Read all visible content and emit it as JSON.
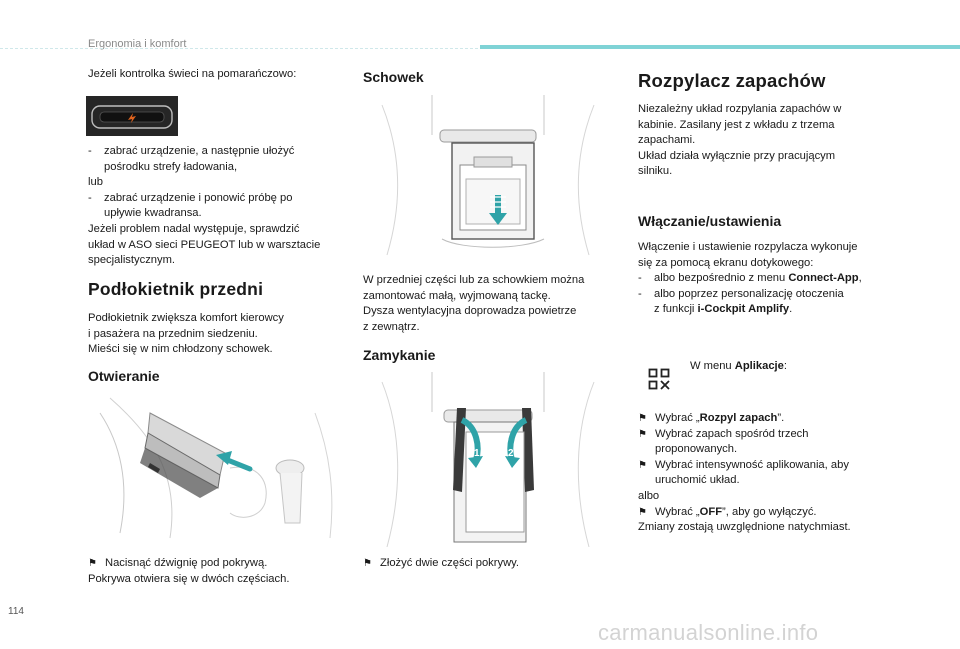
{
  "header": {
    "section": "Ergonomia i komfort"
  },
  "page_number": "114",
  "watermark": "carmanualsonline.info",
  "left": {
    "warning_intro": "Jeżeli kontrolka świeci na pomarańczowo:",
    "dash1_a": "zabrać urządzenie, a następnie ułożyć",
    "dash1_b": "pośrodku strefy ładowania,",
    "lub": "lub",
    "dash2_a": "zabrać urządzenie i ponowić próbę po",
    "dash2_b": "upływie kwadransa.",
    "problem_1": "Jeżeli problem nadal występuje, sprawdzić",
    "problem_2": "układ w ASO sieci PEUGEOT lub w warsztacie",
    "problem_3": "specjalistycznym.",
    "armrest_title": "Podłokietnik przedni",
    "armrest_1": "Podłokietnik zwiększa komfort kierowcy",
    "armrest_2": "i pasażera na przednim siedzeniu.",
    "armrest_3": "Mieści się w nim chłodzony schowek.",
    "opening_title": "Otwieranie",
    "opening_step": "Nacisnąć dźwignię pod pokrywą.",
    "opening_note": "Pokrywa otwiera się w dwóch częściach."
  },
  "middle": {
    "storage_title": "Schowek",
    "storage_1": "W przedniej części lub za schowkiem można",
    "storage_2": "zamontować małą, wyjmowaną tackę.",
    "storage_3": "Dysza wentylacyjna doprowadza powietrze",
    "storage_4": "z zewnątrz.",
    "closing_title": "Zamykanie",
    "closing_step": "Złożyć dwie części pokrywy.",
    "fig_label_1": "1",
    "fig_label_2": "2"
  },
  "right": {
    "title": "Rozpylacz zapachów",
    "intro_1": "Niezależny układ rozpylania zapachów w",
    "intro_2": "kabinie. Zasilany jest z wkładu z trzema",
    "intro_3": "zapachami.",
    "intro_4": "Układ działa wyłącznie przy pracującym",
    "intro_5": "silniku.",
    "settings_title": "Włączanie/ustawienia",
    "settings_1": "Włączenie i ustawienie rozpylacza wykonuje",
    "settings_2": "się za pomocą ekranu dotykowego:",
    "opt1_pre": "albo bezpośrednio z menu ",
    "opt1_bold": "Connect-App",
    "opt1_post": ",",
    "opt2_a": "albo poprzez personalizację otoczenia",
    "opt2_b_pre": "z funkcji ",
    "opt2_b_bold": "i-Cockpit Amplify",
    "opt2_b_post": ".",
    "menu_pre": "W menu ",
    "menu_bold": "Aplikacje",
    "menu_post": ":",
    "step1_pre": "Wybrać „",
    "step1_bold": "Rozpyl zapach",
    "step1_post": "”.",
    "step2_a": "Wybrać zapach spośród trzech",
    "step2_b": "proponowanych.",
    "step3_a": "Wybrać intensywność aplikowania, aby",
    "step3_b": "uruchomić układ.",
    "albo": "albo",
    "step4_pre": "Wybrać „",
    "step4_bold": "OFF",
    "step4_post": "”, aby go wyłączyć.",
    "final": "Zmiany zostają uwzględnione natychmiast."
  },
  "icons": {
    "bullet": "flag-bullet-icon",
    "apps": "applications-grid-icon"
  },
  "colors": {
    "accent": "#7fd3d6",
    "arrow_teal": "#2fa3a8",
    "indicator_orange": "#e0641e",
    "dark_panel": "#2a2a2a"
  }
}
